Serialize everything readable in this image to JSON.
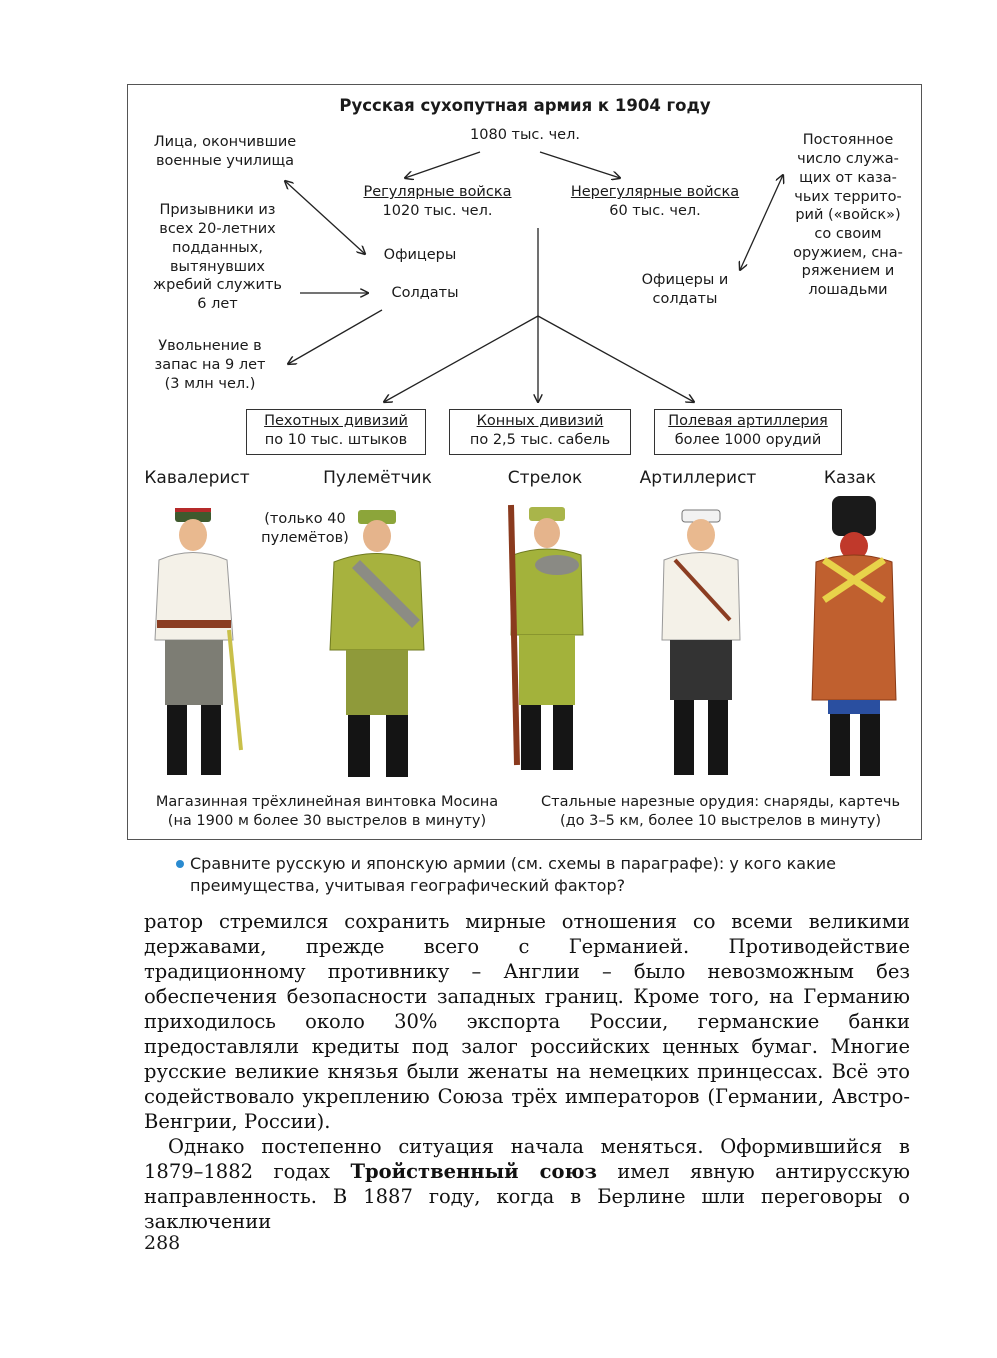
{
  "diagram": {
    "title": "Русская сухопутная армия к 1904 году",
    "total": "1080 тыс. чел.",
    "regular": {
      "label": "Регулярные войска",
      "count": "1020 тыс. чел."
    },
    "irregular": {
      "label": "Нерегулярные войска",
      "count": "60 тыс. чел."
    },
    "officer_school": [
      "Лица, окончившие",
      "военные училища"
    ],
    "conscripts": [
      "Призывники из",
      "всех 20-летних",
      "подданных,",
      "вытянувших",
      "жребий служить",
      "6 лет"
    ],
    "officers": "Офицеры",
    "soldiers": "Солдаты",
    "reserve": [
      "Увольнение в",
      "запас на 9 лет",
      "(3 млн чел.)"
    ],
    "officers_soldiers": [
      "Офицеры и",
      "солдаты"
    ],
    "cossack_note": [
      "Постоянное",
      "число служа-",
      "щих от каза-",
      "чьих террито-",
      "рий («войск»)",
      "со своим",
      "оружием, сна-",
      "ряжением и",
      "лошадьми"
    ],
    "boxes": [
      {
        "label": "Пехотных дивизий",
        "value": "по 10 тыс. штыков"
      },
      {
        "label": "Конных дивизий",
        "value": "по 2,5 тыс. сабель"
      },
      {
        "label": "Полевая артиллерия",
        "value": "более 1000 орудий"
      }
    ]
  },
  "soldiers": [
    {
      "name": "Кавалерист"
    },
    {
      "name": "Пулемётчик",
      "note": [
        "(только 40",
        "пулемётов)"
      ]
    },
    {
      "name": "Стрелок"
    },
    {
      "name": "Артиллерист"
    },
    {
      "name": "Казак"
    }
  ],
  "captions": {
    "left": [
      "Магазинная трёхлинейная винтовка Мосина",
      "(на 1900 м более 30 выстрелов в минуту)"
    ],
    "right": [
      "Стальные нарезные орудия: снаряды, картечь",
      "(до 3–5 км, более 10 выстрелов в минуту)"
    ]
  },
  "question": "Сравните русскую и японскую армии (см. схемы в параграфе): у кого какие преимущества, учитывая географический фактор?",
  "body": {
    "p1": "ратор стремился сохранить мирные отношения со всеми великими державами, прежде всего с Германией. Противодействие традиционному противнику – Англии – было невозможным без обеспечения безопасности западных границ. Кроме того, на Германию приходилось около 30% экспорта России, германские банки предоставляли кредиты под залог российских ценных бумаг. Многие русские великие князья были женаты на немецких принцессах. Всё это содействовало укреплению Союза трёх императоров (Германии, Австро-Венгрии, России).",
    "p2_before": "Однако постепенно ситуация начала меняться. Оформившийся в 1879–1882 годах ",
    "p2_bold": "Тройственный союз",
    "p2_after": " имел явную антирусскую направленность. В 1887 году, когда в Берлине шли переговоры о заключении"
  },
  "page_number": "288"
}
